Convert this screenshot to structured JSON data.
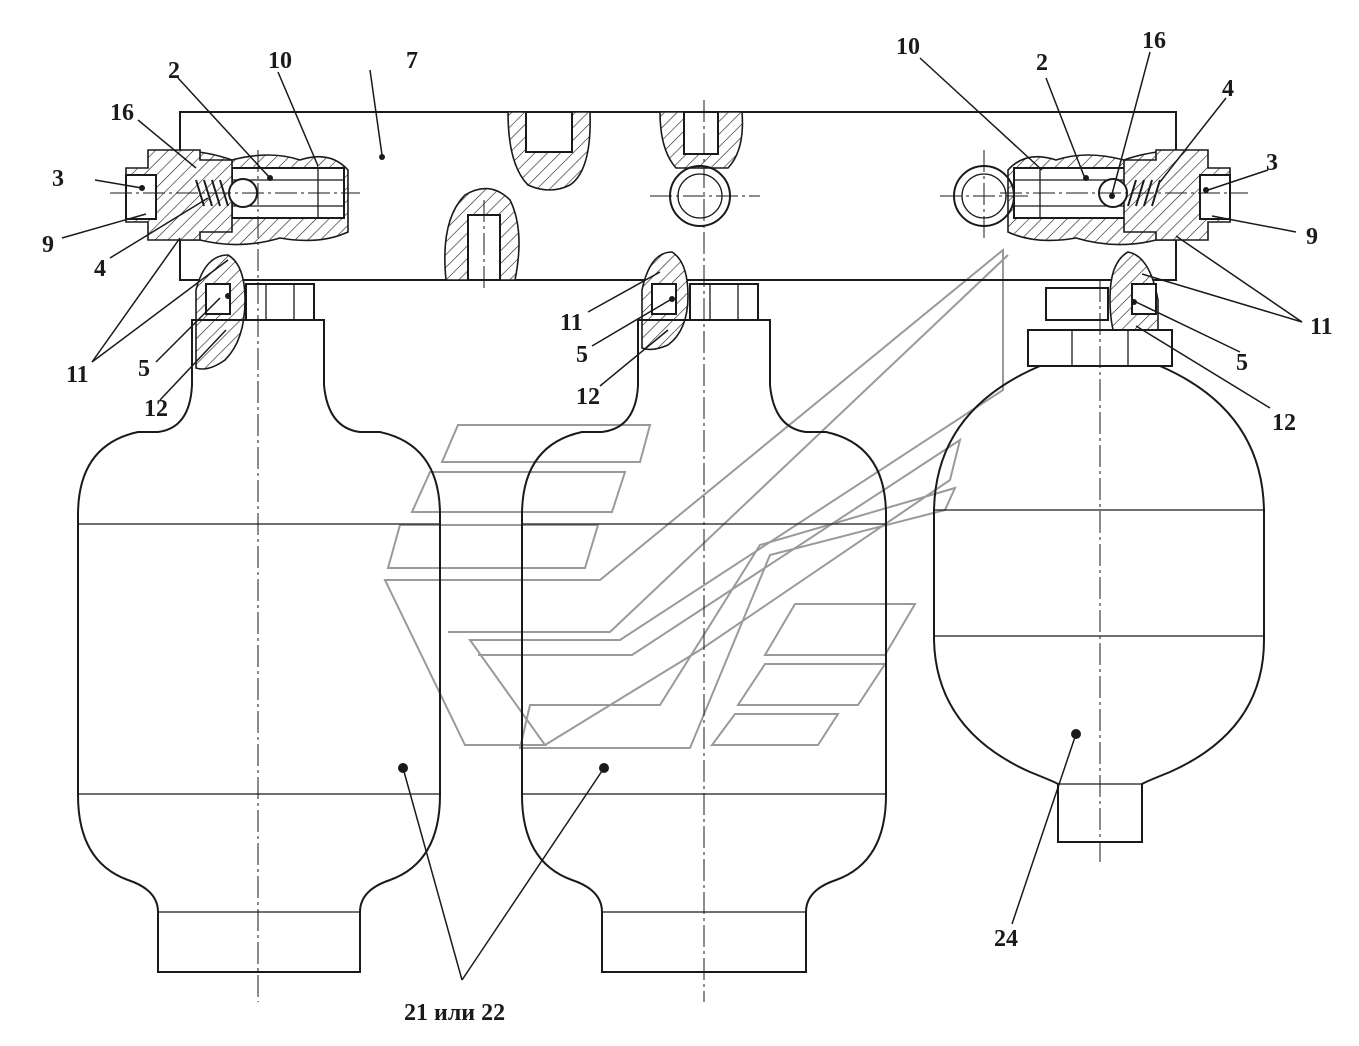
{
  "labels": {
    "l7": "7",
    "l2_left": "2",
    "l10_left": "10",
    "l16_left": "16",
    "l3_left": "3",
    "l9_left": "9",
    "l4_left": "4",
    "l11_left": "11",
    "l5_left": "5",
    "l12_left": "12",
    "l11_mid": "11",
    "l5_mid": "5",
    "l12_mid": "12",
    "l10_right": "10",
    "l2_right": "2",
    "l16_right": "16",
    "l4_right": "4",
    "l3_right": "3",
    "l9_right": "9",
    "l11_right": "11",
    "l5_right": "5",
    "l12_right": "12",
    "l24": "24",
    "l21_22": "21 или 22"
  }
}
